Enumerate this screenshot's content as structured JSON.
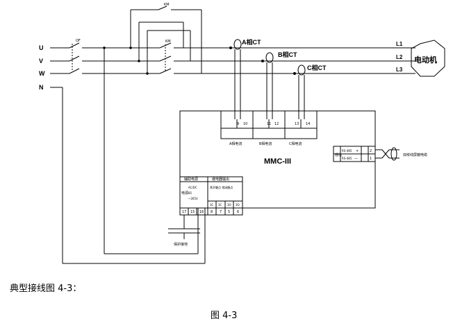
{
  "phases": [
    {
      "name": "U",
      "out": "L1",
      "ct": "A相CT"
    },
    {
      "name": "V",
      "out": "L2",
      "ct": "B相CT"
    },
    {
      "name": "W",
      "out": "L3",
      "ct": "C相CT"
    }
  ],
  "neutral": "N",
  "breaker_label": "QF",
  "contactor_labels": [
    "KM",
    "KM"
  ],
  "motor_label": "电动机",
  "device_model": "MMC-III",
  "ct_terminals": [
    {
      "pins": [
        "9",
        "10"
      ],
      "label": "A相电流"
    },
    {
      "pins": [
        "11",
        "12"
      ],
      "label": "B相电流"
    },
    {
      "pins": [
        "13",
        "14"
      ],
      "label": "C相电流"
    }
  ],
  "rs485": {
    "box_text": "通信",
    "rows": [
      {
        "name": "RS-485",
        "sign": "+",
        "pin": "2"
      },
      {
        "name": "RS-485",
        "sign": "—",
        "pin": "1"
      }
    ],
    "cable_label": "双绞线屏蔽电缆"
  },
  "power_block": {
    "title": "辅助电源",
    "side_text": "电源",
    "rows": [
      "AC/DC",
      "85",
      "~265V"
    ],
    "pins": [
      "17",
      "15",
      "16"
    ]
  },
  "relay_block": {
    "title": "继电器输出",
    "sub_label": "常开触点 常闭触点",
    "codes": [
      "3C",
      "3C",
      "3O",
      "3O"
    ],
    "pins": [
      "8",
      "7",
      "5",
      "6"
    ]
  },
  "ground_label": "保护接地",
  "caption_text": "典型接线图 4-3：",
  "figure_label": "图 4-3"
}
